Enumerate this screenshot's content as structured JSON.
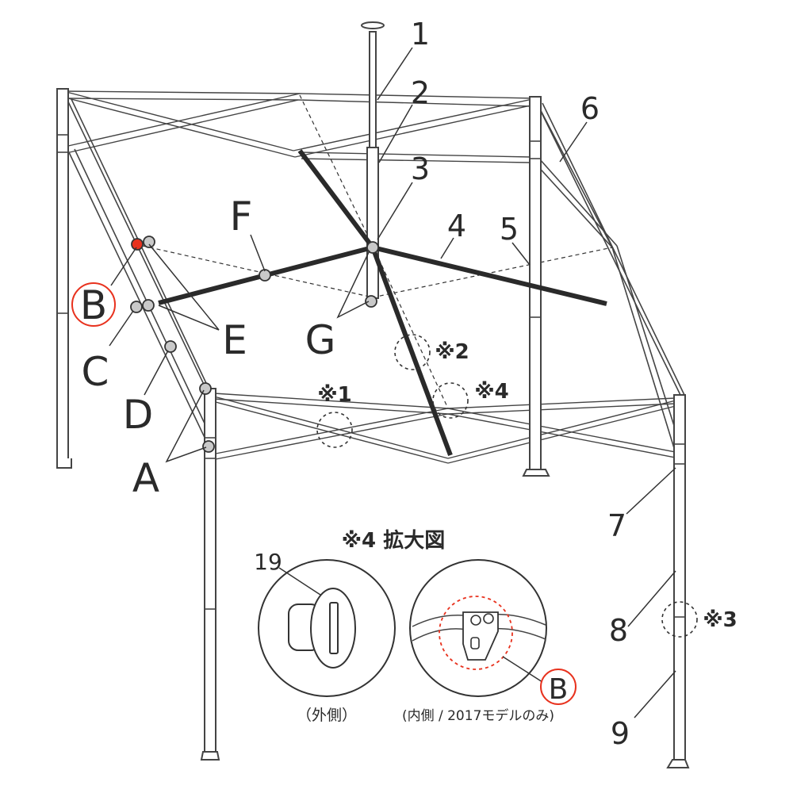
{
  "callouts": {
    "n1": "1",
    "n2": "2",
    "n3": "3",
    "n4": "4",
    "n5": "5",
    "n6": "6",
    "n7": "7",
    "n8": "8",
    "n9": "9",
    "n19": "19",
    "A": "A",
    "B": "B",
    "B2": "B",
    "C": "C",
    "D": "D",
    "E": "E",
    "F": "F",
    "G": "G"
  },
  "notes": {
    "note1": "※1",
    "note2": "※2",
    "note3": "※3",
    "note4": "※4"
  },
  "detail": {
    "title": "※4 拡大図",
    "outer_caption": "（外側）",
    "inner_caption": "(内側 / 2017モデルのみ)"
  },
  "colors": {
    "highlight": "#e8321e",
    "frame": "#444444",
    "joint_fill": "#c9c9c9"
  }
}
